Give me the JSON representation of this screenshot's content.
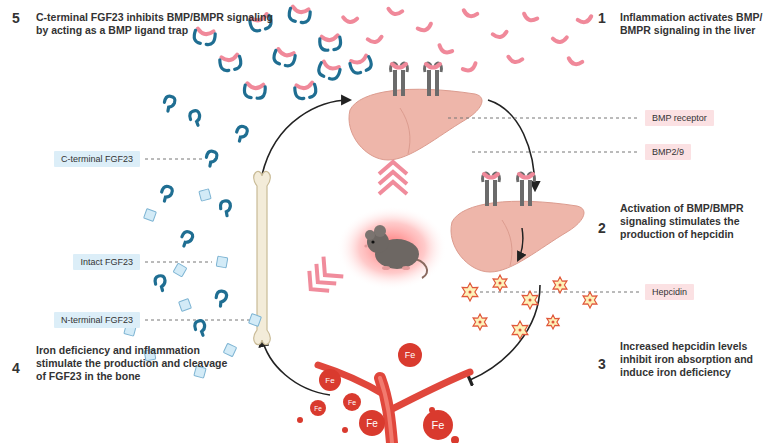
{
  "diagram": {
    "nodes": [
      {
        "text": [
          "BMP receptor"
        ]
      },
      {
        "text": [
          "BMP2/9"
        ]
      },
      {
        "text": [
          "Hepcidin"
        ]
      },
      {
        "text": [
          "C-terminal FGF23"
        ]
      },
      {
        "text": [
          "Intact FGF23"
        ]
      },
      {
        "text": [
          "N-terminal FGF23"
        ]
      },
      {
        "text": [
          "Fe"
        ]
      },
      {
        "text": [
          "Fe"
        ]
      },
      {
        "text": [
          "Fe"
        ]
      },
      {
        "text": [
          "Fe"
        ]
      },
      {
        "text": [
          "Fe"
        ]
      },
      {
        "text": [
          "Fe"
        ]
      }
    ],
    "labels": [
      "5",
      "C-terminal FGF23 inhibits BMP/BMPR signaling by acting as a BMP ligand trap",
      "1",
      "Inflammation activates BMP/ BMPR signaling in the liver",
      "2",
      "Activation of BMP/BMPR signaling stimulates the production of hepcidin",
      "4",
      "Iron deficiency and inflammation stimulate the production and cleavage of FGF23 in the bone",
      "3",
      "Increased hepcidin levels inhibit iron absorption and induce iron deficiency"
    ]
  }
}
